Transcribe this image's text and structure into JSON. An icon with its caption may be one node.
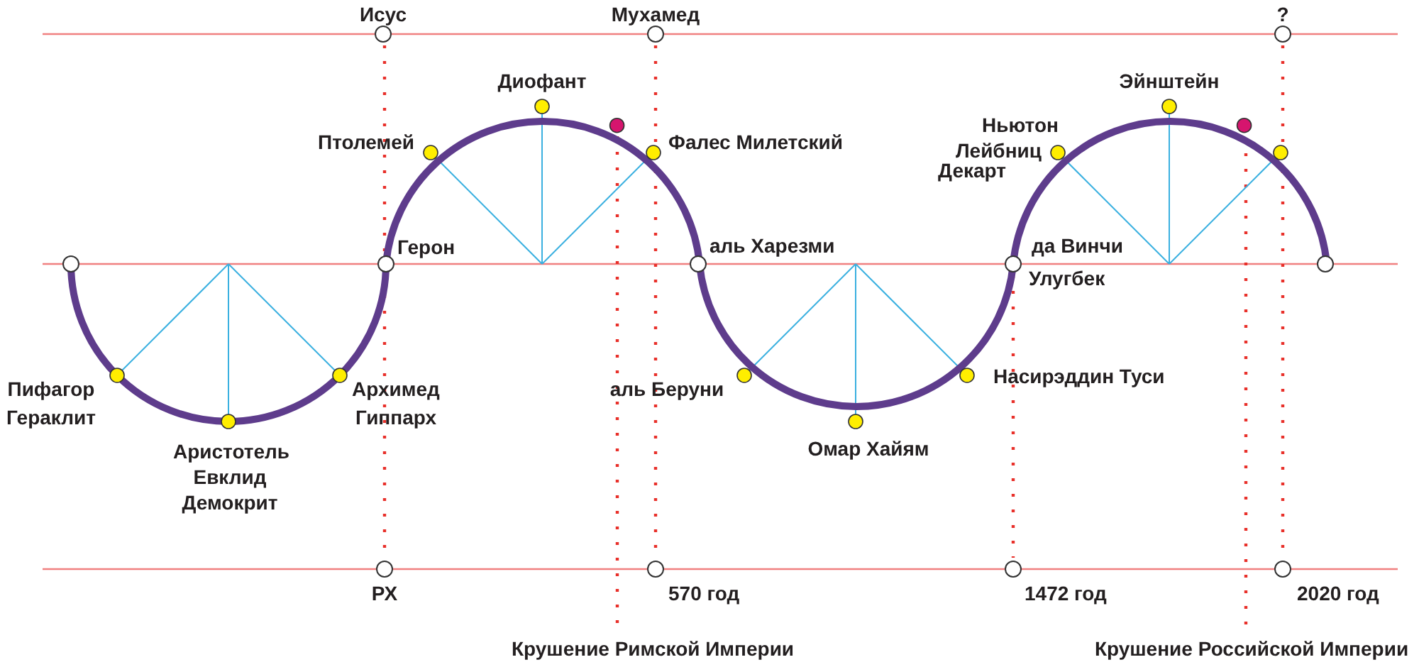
{
  "diagram": {
    "labels": [
      "Исус",
      "Мухамед",
      "?",
      "Диофант",
      "Эйнштейн",
      "Ньютон",
      "Птолемей",
      "Фалес Милетский",
      "Лейбниц",
      "Декарт",
      "Герон",
      "аль Харезми",
      "да Винчи",
      "Улугбек",
      "Пифагор",
      "Архимед",
      "аль Беруни",
      "Насирэддин Туси",
      "Гераклит",
      "Гиппарх",
      "Аристотель",
      "Омар Хайям",
      "Евклид",
      "Демокрит",
      "РХ",
      "570 год",
      "1472 год",
      "2020 год",
      "Крушение Римской Империи",
      "Крушение Российской Империи"
    ]
  }
}
